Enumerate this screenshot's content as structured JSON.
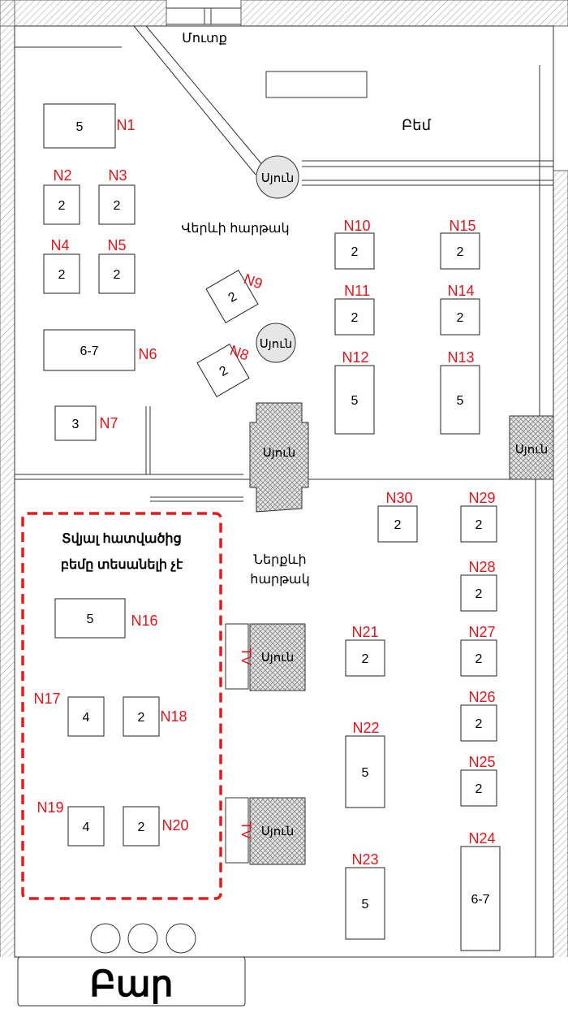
{
  "labels": {
    "entrance": "Մուտք",
    "stage": "Բեմ",
    "upper_hall": "Վերևի հարթակ",
    "lower_hall_line1": "Ներքևի",
    "lower_hall_line2": "հարթակ",
    "pillar": "Սյուն",
    "tv": "TV",
    "bar": "Բար",
    "note_line1": "Տվյալ հատվածից",
    "note_line2": "բեմը տեսանելի չէ"
  },
  "tables": [
    {
      "id": "N1",
      "seats": "5"
    },
    {
      "id": "N2",
      "seats": "2"
    },
    {
      "id": "N3",
      "seats": "2"
    },
    {
      "id": "N4",
      "seats": "2"
    },
    {
      "id": "N5",
      "seats": "2"
    },
    {
      "id": "N6",
      "seats": "6-7"
    },
    {
      "id": "N7",
      "seats": "3"
    },
    {
      "id": "N8",
      "seats": "2"
    },
    {
      "id": "N9",
      "seats": "2"
    },
    {
      "id": "N10",
      "seats": "2"
    },
    {
      "id": "N11",
      "seats": "2"
    },
    {
      "id": "N12",
      "seats": "5"
    },
    {
      "id": "N13",
      "seats": "5"
    },
    {
      "id": "N14",
      "seats": "2"
    },
    {
      "id": "N15",
      "seats": "2"
    },
    {
      "id": "N16",
      "seats": "5"
    },
    {
      "id": "N17",
      "seats": "4"
    },
    {
      "id": "N18",
      "seats": "2"
    },
    {
      "id": "N19",
      "seats": "4"
    },
    {
      "id": "N20",
      "seats": "2"
    },
    {
      "id": "N21",
      "seats": "2"
    },
    {
      "id": "N22",
      "seats": "5"
    },
    {
      "id": "N23",
      "seats": "5"
    },
    {
      "id": "N24",
      "seats": "6-7"
    },
    {
      "id": "N25",
      "seats": "2"
    },
    {
      "id": "N26",
      "seats": "2"
    },
    {
      "id": "N27",
      "seats": "2"
    },
    {
      "id": "N28",
      "seats": "2"
    },
    {
      "id": "N29",
      "seats": "2"
    },
    {
      "id": "N30",
      "seats": "2"
    }
  ],
  "colors": {
    "table_number": "#e8141b",
    "note_border": "#e31b1b",
    "wall_hatch": "#9a9a9a",
    "pillar_fill": "#cfcfcf"
  }
}
